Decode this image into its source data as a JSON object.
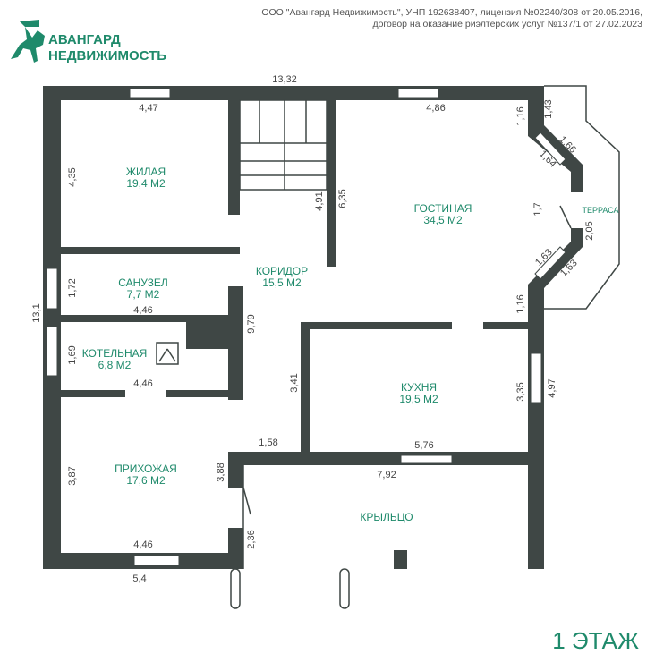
{
  "header": {
    "line1": "ООО \"Авангард Недвижимость\", УНП 192638407, лицензия №02240/308 от 20.05.2016,",
    "line2": "договор на оказание риэлтерских услуг №137/1 от 27.02.2023"
  },
  "brand": {
    "line1": "АВАНГАРД",
    "line2": "НЕДВИЖИМОСТЬ"
  },
  "floor_label": "1 ЭТАЖ",
  "colors": {
    "wall": "#3f4745",
    "accent": "#1f8a6b"
  },
  "rooms": [
    {
      "name": "ЖИЛАЯ",
      "area": "19,4 М2"
    },
    {
      "name": "САНУЗЕЛ",
      "area": "7,7 М2"
    },
    {
      "name": "КОТЕЛЬНАЯ",
      "area": "6,8 М2"
    },
    {
      "name": "ПРИХОЖАЯ",
      "area": "17,6 М2"
    },
    {
      "name": "КОРИДОР",
      "area": "15,5 М2"
    },
    {
      "name": "ГОСТИНАЯ",
      "area": "34,5 М2"
    },
    {
      "name": "КУХНЯ",
      "area": "19,5 М2"
    },
    {
      "name": "КРЫЛЬЦО"
    },
    {
      "name": "ТЕРРАСА"
    }
  ],
  "dims": [
    "13,32",
    "4,47",
    "4,86",
    "4,35",
    "4,91",
    "6,35",
    "1,16",
    "1,43",
    "1,66",
    "1,64",
    "1,7",
    "2,05",
    "1,63",
    "1,63",
    "1,16",
    "13,1",
    "1,72",
    "4,46",
    "9,79",
    "1,69",
    "4,46",
    "3,41",
    "3,35",
    "4,97",
    "1,58",
    "5,76",
    "3,87",
    "3,88",
    "7,92",
    "2,36",
    "4,46",
    "5,4"
  ]
}
